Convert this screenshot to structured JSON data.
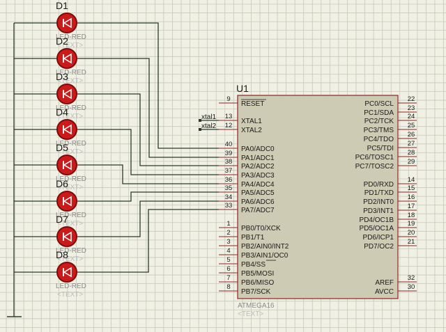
{
  "colors": {
    "background": "#f0f0e4",
    "grid": "#c8c8b8",
    "wire": "#2a3a2a",
    "chip_fill": "#cdcbb3",
    "chip_border": "#8b2323",
    "pin_line": "#8b2323",
    "led_fill": "#cc1a1a",
    "led_ring": "#7a0c0c",
    "label_dark": "#1a1a1a",
    "label_gray": "#8a8a8a",
    "label_light": "#bcbcbc"
  },
  "leds": [
    {
      "ref": "D1",
      "value": "LED-RED",
      "text": "<TEXT>"
    },
    {
      "ref": "D2",
      "value": "LED-RED",
      "text": "<TEXT>"
    },
    {
      "ref": "D3",
      "value": "LED-RED",
      "text": "<TEXT>"
    },
    {
      "ref": "D4",
      "value": "LED-RED",
      "text": "<TEXT>"
    },
    {
      "ref": "D5",
      "value": "LED-RED",
      "text": "<TEXT>"
    },
    {
      "ref": "D6",
      "value": "LED-RED",
      "text": "<TEXT>"
    },
    {
      "ref": "D7",
      "value": "LED-RED",
      "text": "<TEXT>"
    },
    {
      "ref": "D8",
      "value": "LED-RED",
      "text": "<TEXT>"
    }
  ],
  "chip": {
    "ref": "U1",
    "part": "ATMEGA16",
    "text": "<TEXT>",
    "left_pins": [
      {
        "num": "9",
        "name": "RESET",
        "overbar": true
      },
      {
        "num": "13",
        "name": "XTAL1"
      },
      {
        "num": "12",
        "name": "XTAL2"
      },
      {
        "num": "40",
        "name": "PA0/ADC0"
      },
      {
        "num": "39",
        "name": "PA1/ADC1"
      },
      {
        "num": "38",
        "name": "PA2/ADC2"
      },
      {
        "num": "37",
        "name": "PA3/ADC3"
      },
      {
        "num": "36",
        "name": "PA4/ADC4"
      },
      {
        "num": "35",
        "name": "PA5/ADC5"
      },
      {
        "num": "34",
        "name": "PA6/ADC6"
      },
      {
        "num": "33",
        "name": "PA7/ADC7"
      },
      {
        "num": "1",
        "name": "PB0/T0/XCK"
      },
      {
        "num": "2",
        "name": "PB1/T1"
      },
      {
        "num": "3",
        "name": "PB2/AIN0/INT2"
      },
      {
        "num": "4",
        "name": "PB3/AIN1/OC0"
      },
      {
        "num": "5",
        "name": "PB4/SS",
        "overbar_part": "SS"
      },
      {
        "num": "6",
        "name": "PB5/MOSI"
      },
      {
        "num": "7",
        "name": "PB6/MISO"
      },
      {
        "num": "8",
        "name": "PB7/SCK"
      }
    ],
    "right_pins": [
      {
        "num": "22",
        "name": "PC0/SCL"
      },
      {
        "num": "23",
        "name": "PC1/SDA"
      },
      {
        "num": "24",
        "name": "PC2/TCK"
      },
      {
        "num": "25",
        "name": "PC3/TMS"
      },
      {
        "num": "26",
        "name": "PC4/TDO"
      },
      {
        "num": "27",
        "name": "PC5/TDI"
      },
      {
        "num": "28",
        "name": "PC6/TOSC1"
      },
      {
        "num": "29",
        "name": "PC7/TOSC2"
      },
      {
        "num": "14",
        "name": "PD0/RXD"
      },
      {
        "num": "15",
        "name": "PD1/TXD"
      },
      {
        "num": "16",
        "name": "PD2/INT0"
      },
      {
        "num": "17",
        "name": "PD3/INT1"
      },
      {
        "num": "18",
        "name": "PD4/OC1B"
      },
      {
        "num": "19",
        "name": "PD5/OC1A"
      },
      {
        "num": "20",
        "name": "PD6/ICP1"
      },
      {
        "num": "21",
        "name": "PD7/OC2"
      },
      {
        "num": "32",
        "name": "AREF"
      },
      {
        "num": "30",
        "name": "AVCC"
      }
    ]
  },
  "net_labels": [
    "xtal1",
    "xtal2"
  ]
}
